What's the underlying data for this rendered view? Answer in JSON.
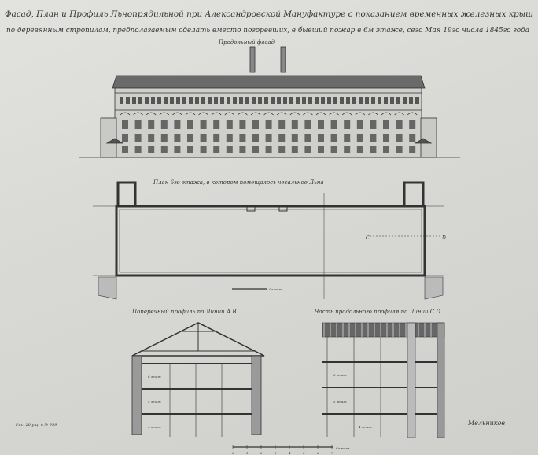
{
  "title": {
    "line1": "Фасад, План и Профиль Льнопрядильной при Александровской Мануфактуре с показанием временных железных крыш",
    "line2": "по деревянным стропилам, предполагаемым сделать вместо погоревших, в бывший пожар в 6м этаже, сего Мая 19го числа 1845го года"
  },
  "facade": {
    "label": "Продольный фасад"
  },
  "plan": {
    "label": "План 6го этажа, в котором помещалось чесальное Льна",
    "marks": [
      "C",
      "D"
    ],
    "scale_label": "Саженъ"
  },
  "cross_section": {
    "label": "Поперечный профиль по Линии А.В.",
    "floor_labels": [
      "6 этаж",
      "5 этаж",
      "4 этаж"
    ]
  },
  "long_section": {
    "label": "Часть продольного профиля по Линии С.D.",
    "floor_labels": [
      "6 этаж",
      "5 этаж",
      "4 этаж"
    ]
  },
  "scale_bar": {
    "label": "Саженъ",
    "ticks": [
      "0",
      "1",
      "2",
      "3",
      "4",
      "5",
      "6",
      "7"
    ]
  },
  "archive_note": "Рис. 20 ущ. и № 959",
  "signature": "Мельников"
}
